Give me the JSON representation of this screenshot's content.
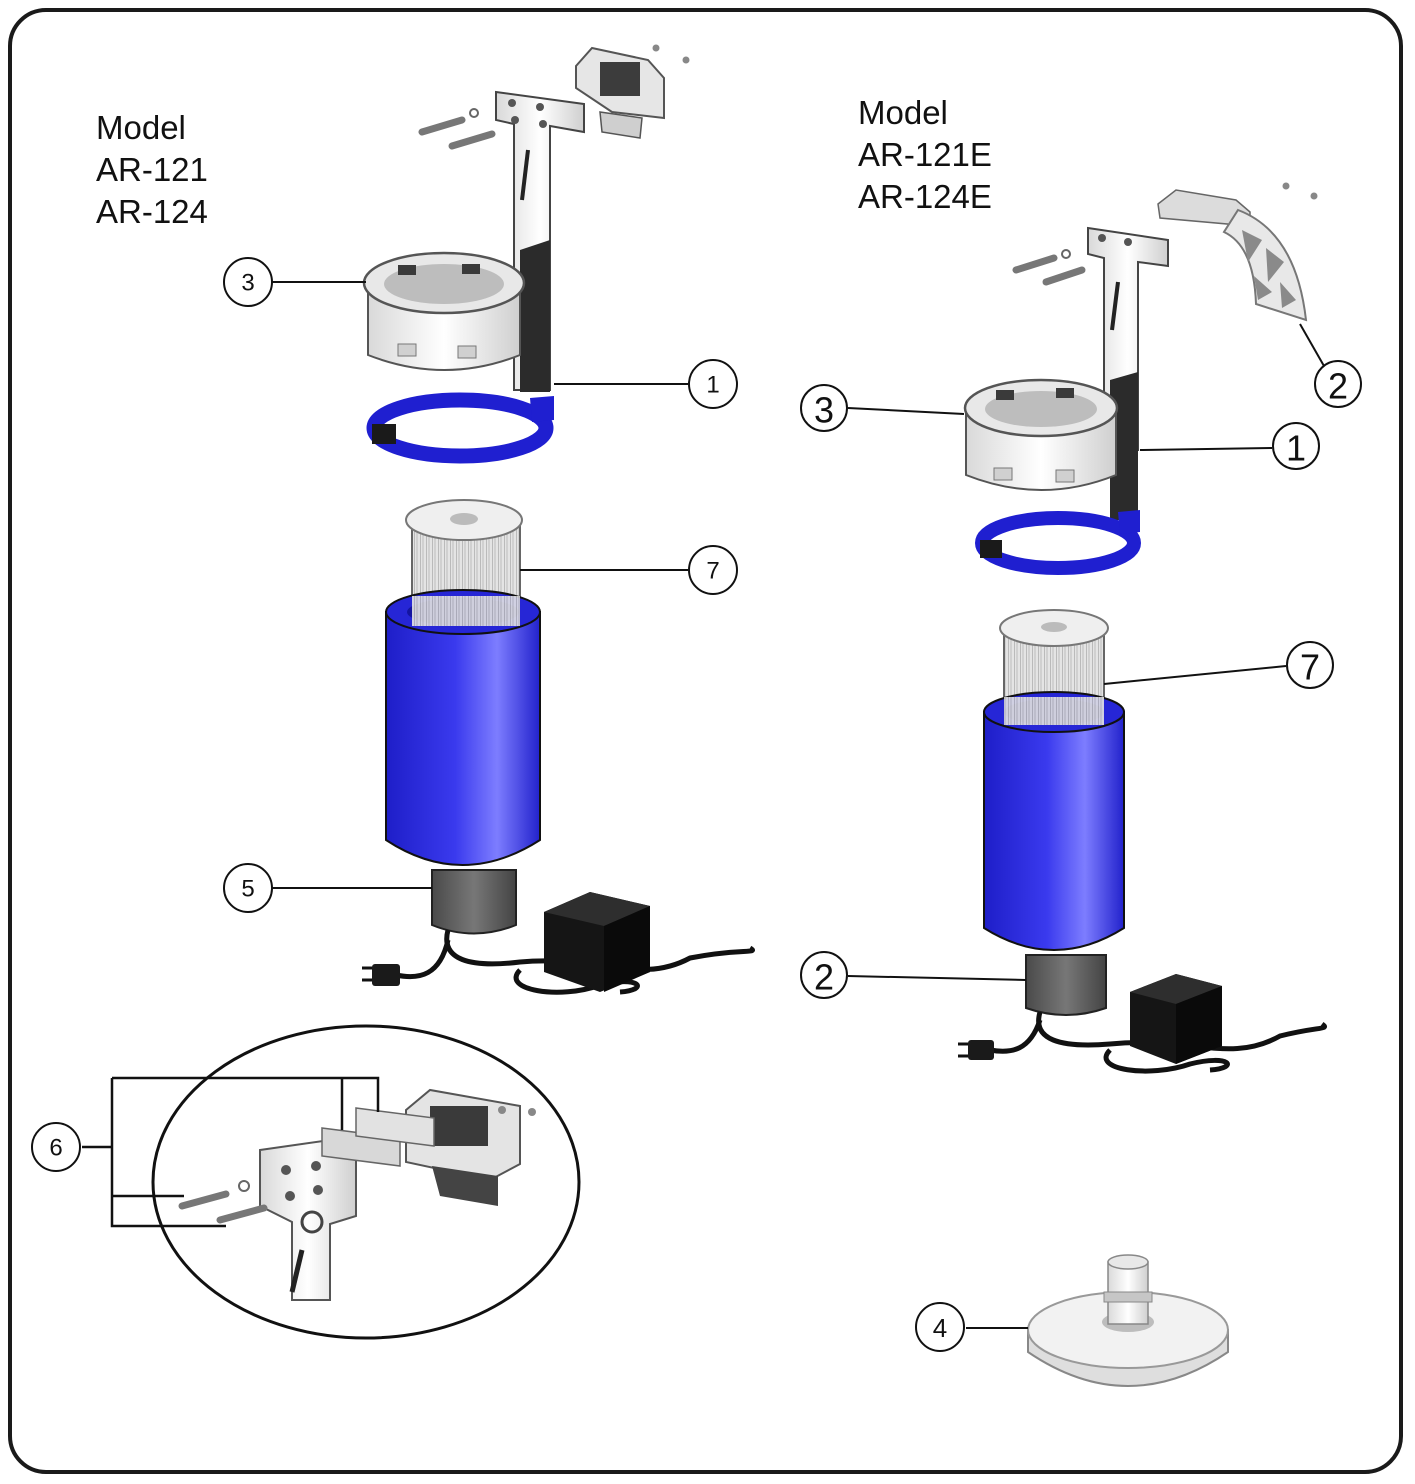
{
  "models": {
    "left": {
      "lines": [
        "Model",
        "AR-121",
        "AR-124"
      ]
    },
    "right": {
      "lines": [
        "Model",
        "AR-121E",
        "AR-124E"
      ]
    }
  },
  "callouts": {
    "left_3": "3",
    "left_1": "1",
    "left_7": "7",
    "left_5": "5",
    "left_6": "6",
    "right_2_top": "2",
    "right_3": "3",
    "right_1": "1",
    "right_7": "7",
    "right_2_bottom": "2",
    "right_4": "4"
  },
  "colors": {
    "housing_blue": "#2b2bd8",
    "clamp_blue": "#1f1fd0",
    "bracket_white": "#f2f2f2",
    "cartridge_grey": "#c8c8c8",
    "pump_grey": "#5c5c5c",
    "transformer_black": "#151515",
    "outline": "#111111"
  }
}
